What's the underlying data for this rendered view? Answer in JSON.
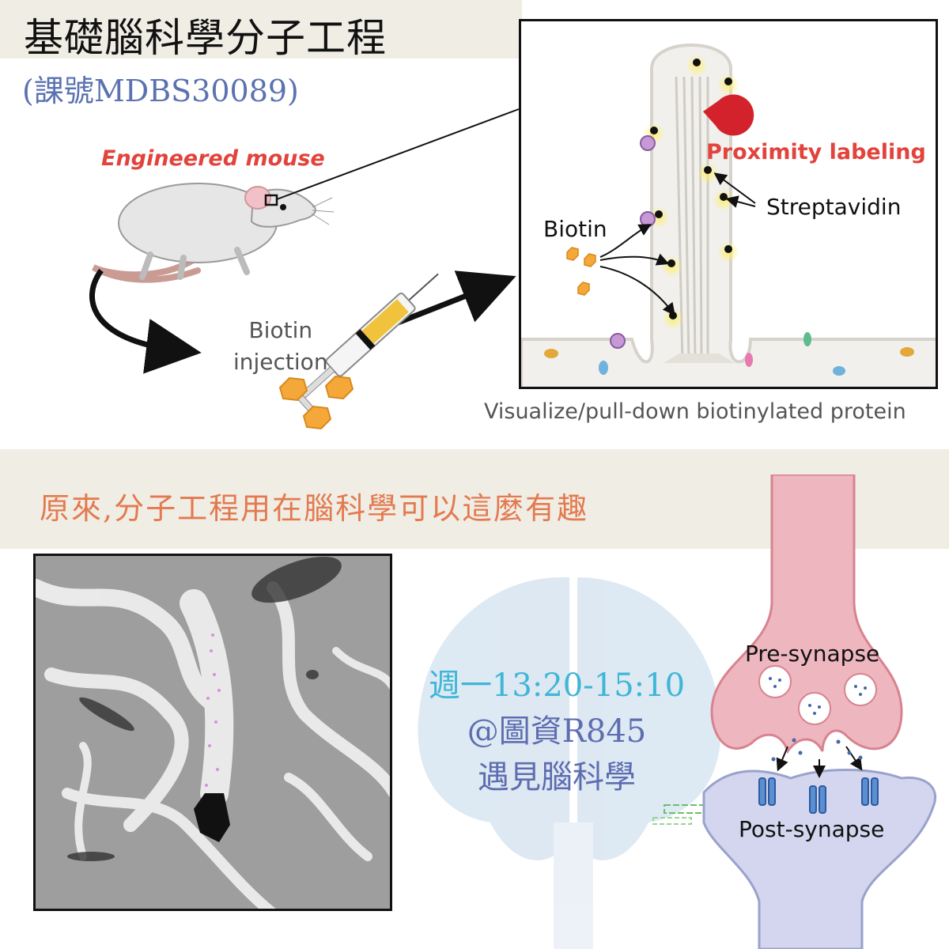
{
  "header": {
    "title": "基礎腦科學分子工程",
    "course_code": "(課號MDBS30089)"
  },
  "diagram": {
    "mouse_label": "Engineered mouse",
    "injection_label_line1": "Biotin",
    "injection_label_line2": "injection",
    "panel": {
      "proximity_label": "Proximity labeling",
      "streptavidin_label": "Streptavidin",
      "biotin_label": "Biotin"
    },
    "caption": "Visualize/pull-down biotinylated protein"
  },
  "slogan": "原來,分子工程用在腦科學可以這麼有趣",
  "schedule": {
    "time": "週一13:20-15:10",
    "location": "@圖資R845",
    "name": "遇見腦科學"
  },
  "synapse": {
    "pre_label": "Pre-synapse",
    "post_label": "Post-synapse"
  },
  "colors": {
    "band": "#f0ede5",
    "title": "#111111",
    "course": "#5a72b0",
    "accent_red": "#e2433c",
    "slogan": "#e37a4f",
    "time": "#3eb6d6",
    "location": "#5e6db0",
    "presynapse_fill": "#eeb6bf",
    "postsynapse_fill": "#d3d6ee",
    "biotin": "#f4a83a"
  }
}
